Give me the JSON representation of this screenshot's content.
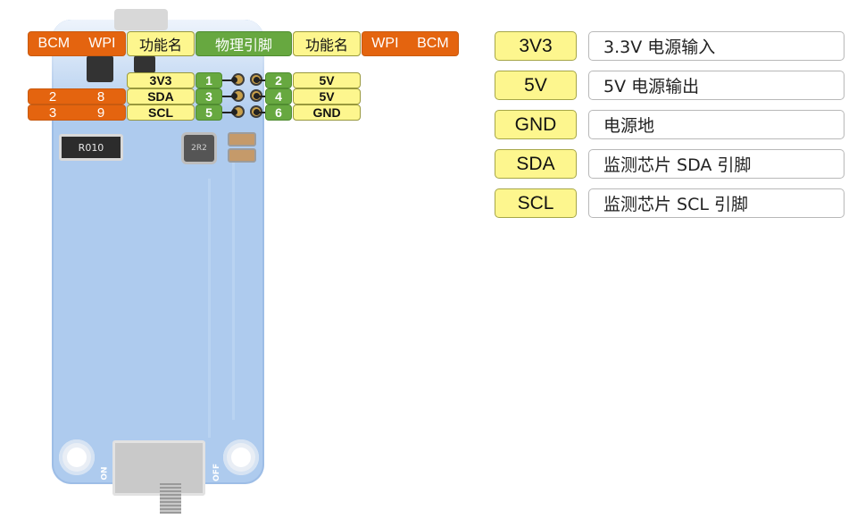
{
  "header": {
    "left_bcm": "BCM",
    "left_wpi": "WPI",
    "left_func": "功能名",
    "center": "物理引脚",
    "right_func": "功能名",
    "right_wpi": "WPI",
    "right_bcm": "BCM"
  },
  "pins": [
    {
      "phys": "1",
      "func": "3V3",
      "wpi": "",
      "bcm": ""
    },
    {
      "phys": "2",
      "func": "5V"
    },
    {
      "phys": "3",
      "func": "SDA",
      "wpi": "8",
      "bcm": "2"
    },
    {
      "phys": "4",
      "func": "5V"
    },
    {
      "phys": "5",
      "func": "SCL",
      "wpi": "9",
      "bcm": "3"
    },
    {
      "phys": "6",
      "func": "GND"
    }
  ],
  "legend": [
    {
      "key": "3V3",
      "desc": "3.3V 电源输入"
    },
    {
      "key": "5V",
      "desc": "5V 电源输出"
    },
    {
      "key": "GND",
      "desc": "电源地"
    },
    {
      "key": "SDA",
      "desc": "监测芯片 SDA 引脚"
    },
    {
      "key": "SCL",
      "desc": "监测芯片 SCL 引脚"
    }
  ],
  "board": {
    "resistor_label": "R010",
    "inductor_label": "2R2",
    "switch_on_label": "ON",
    "switch_off_label": "OFF"
  },
  "colors": {
    "bcm_wpi": "#e4640f",
    "function": "#fdf68e",
    "physical": "#67a840",
    "board": "#aecbee"
  }
}
